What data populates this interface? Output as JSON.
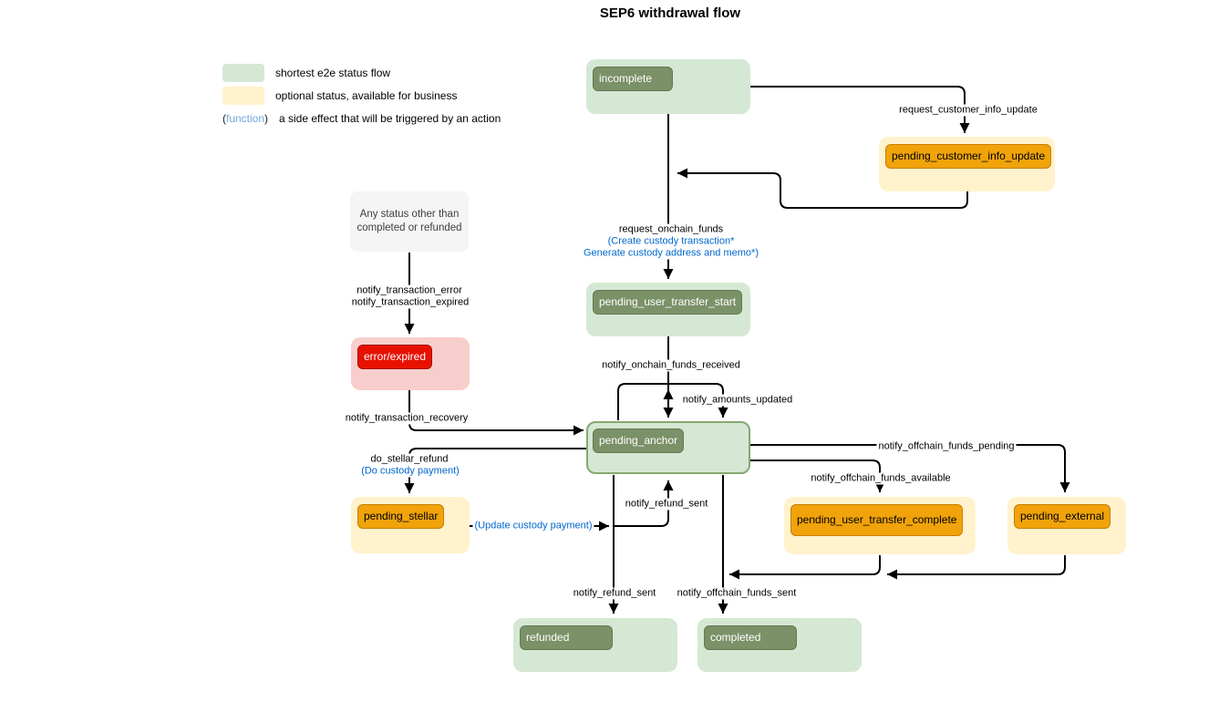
{
  "title": "SEP6 withdrawal flow",
  "legend": {
    "shortest": "shortest e2e status flow",
    "optional": "optional status, available for business",
    "paren_open": "(",
    "function_word": "function",
    "paren_close": ")",
    "function_desc": "a side effect that will be triggered by an action"
  },
  "note": {
    "line1": "Any status other than",
    "line2": "completed or refunded"
  },
  "nodes": {
    "incomplete": {
      "label": "incomplete",
      "kind": "shortest-e2e-status"
    },
    "pending_customer_info_update": {
      "label": "pending_customer_info_update",
      "kind": "optional-status"
    },
    "error_expired": {
      "label": "error/expired",
      "kind": "error-status"
    },
    "pending_user_transfer_start": {
      "label": "pending_user_transfer_start",
      "kind": "shortest-e2e-status"
    },
    "pending_anchor": {
      "label": "pending_anchor",
      "kind": "shortest-e2e-status"
    },
    "pending_stellar": {
      "label": "pending_stellar",
      "kind": "optional-status"
    },
    "pending_user_transfer_complete": {
      "label": "pending_user_transfer_complete",
      "kind": "optional-status"
    },
    "pending_external": {
      "label": "pending_external",
      "kind": "optional-status"
    },
    "refunded": {
      "label": "refunded",
      "kind": "shortest-e2e-status"
    },
    "completed": {
      "label": "completed",
      "kind": "shortest-e2e-status"
    }
  },
  "edge_labels": {
    "request_customer_info_update": "request_customer_info_update",
    "request_onchain_funds": "request_onchain_funds",
    "create_custody_transaction": "(Create custody transaction*",
    "generate_custody_address": "Generate custody address and memo*)",
    "notify_transaction_error": "notify_transaction_error",
    "notify_transaction_expired": "notify_transaction_expired",
    "notify_transaction_recovery": "notify_transaction_recovery",
    "notify_onchain_funds_received": "notify_onchain_funds_received",
    "notify_amounts_updated": "notify_amounts_updated",
    "do_stellar_refund": "do_stellar_refund",
    "do_custody_payment": "(Do custody payment)",
    "update_custody_payment": "(Update custody payment)",
    "notify_refund_sent_to_anchor": "notify_refund_sent",
    "notify_refund_sent": "notify_refund_sent",
    "notify_offchain_funds_sent": "notify_offchain_funds_sent",
    "notify_offchain_funds_pending": "notify_offchain_funds_pending",
    "notify_offchain_funds_available": "notify_offchain_funds_available"
  },
  "colors": {
    "green_container": "#d5e8d4",
    "green_chip": "#7b9168",
    "yellow_container": "#fff2cc",
    "orange_chip": "#f0a30a",
    "red_chip": "#e81100",
    "pink_container": "#f8cecc",
    "gray_note": "#f5f5f5",
    "edge_label_blue": "#0066cc",
    "legend_function_blue": "#6fa8dc",
    "edge_stroke": "#000000"
  }
}
